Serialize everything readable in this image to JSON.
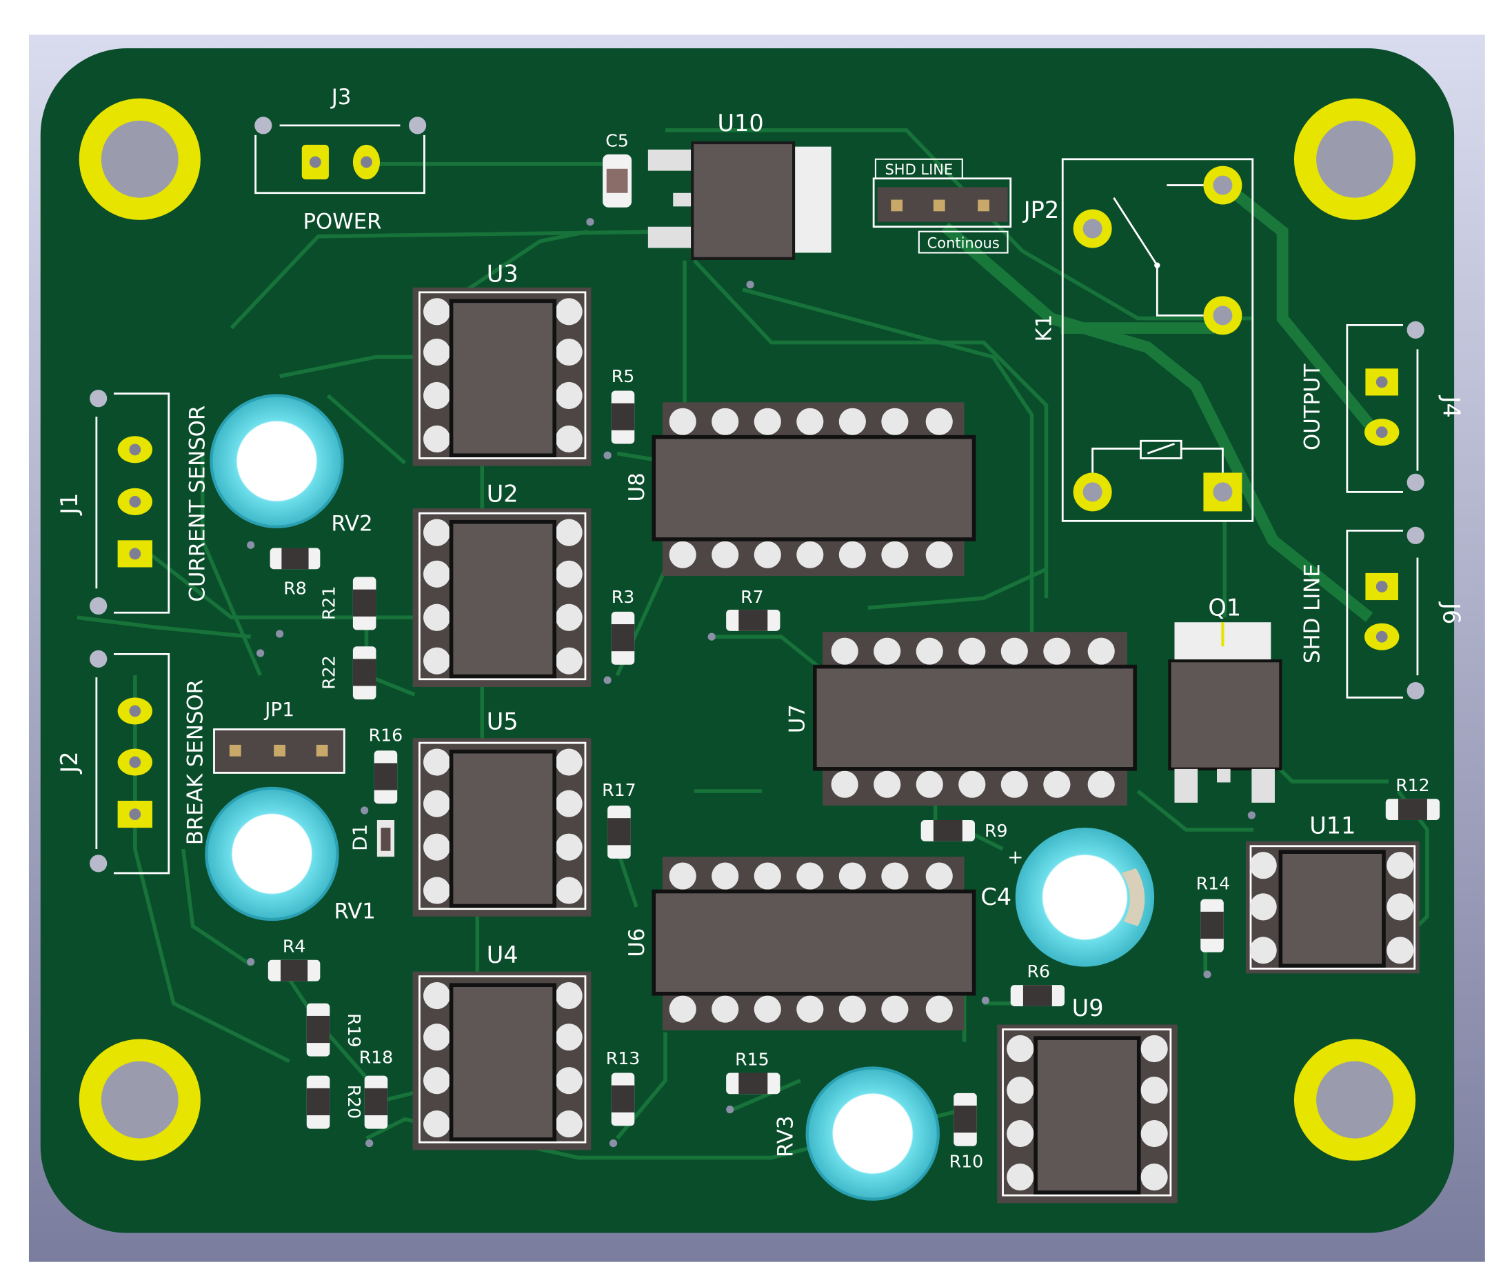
{
  "colors": {
    "board": "#0a4f2c",
    "trace": "#1a7a35",
    "pad_gold": "#e8e600",
    "silkscreen": "#ffffff",
    "ic_body": "#5e5756",
    "potentiometer": "#5fd4e0",
    "background_top": "#d6d9ec",
    "background_bottom": "#7a7c9c"
  },
  "labels": {
    "J3": "J3",
    "POWER": "POWER",
    "C5": "C5",
    "U10": "U10",
    "SHD_LINE_TOP": "SHD LINE",
    "Continous": "Continous",
    "JP2": "JP2",
    "K1": "K1",
    "U3": "U3",
    "U2": "U2",
    "U5": "U5",
    "U4": "U4",
    "U8": "U8",
    "U7": "U7",
    "U6": "U6",
    "U9": "U9",
    "U11": "U11",
    "Q1": "Q1",
    "J1": "J1",
    "J2": "J2",
    "J4": "J4",
    "J6": "J6",
    "CURRENT_SENSOR": "CURRENT SENSOR",
    "BREAK_SENSOR": "BREAK SENSOR",
    "OUTPUT": "OUTPUT",
    "SHD_LINE_RIGHT": "SHD LINE",
    "RV1": "RV1",
    "RV2": "RV2",
    "RV3": "RV3",
    "JP1": "JP1",
    "D1": "D1",
    "C4": "C4",
    "C4_plus": "+",
    "R3": "R3",
    "R4": "R4",
    "R5": "R5",
    "R6": "R6",
    "R7": "R7",
    "R8": "R8",
    "R9": "R9",
    "R10": "R10",
    "R12": "R12",
    "R13": "R13",
    "R14": "R14",
    "R15": "R15",
    "R16": "R16",
    "R17": "R17",
    "R18": "R18",
    "R19": "R19",
    "R20": "R20",
    "R21": "R21",
    "R22": "R22"
  }
}
